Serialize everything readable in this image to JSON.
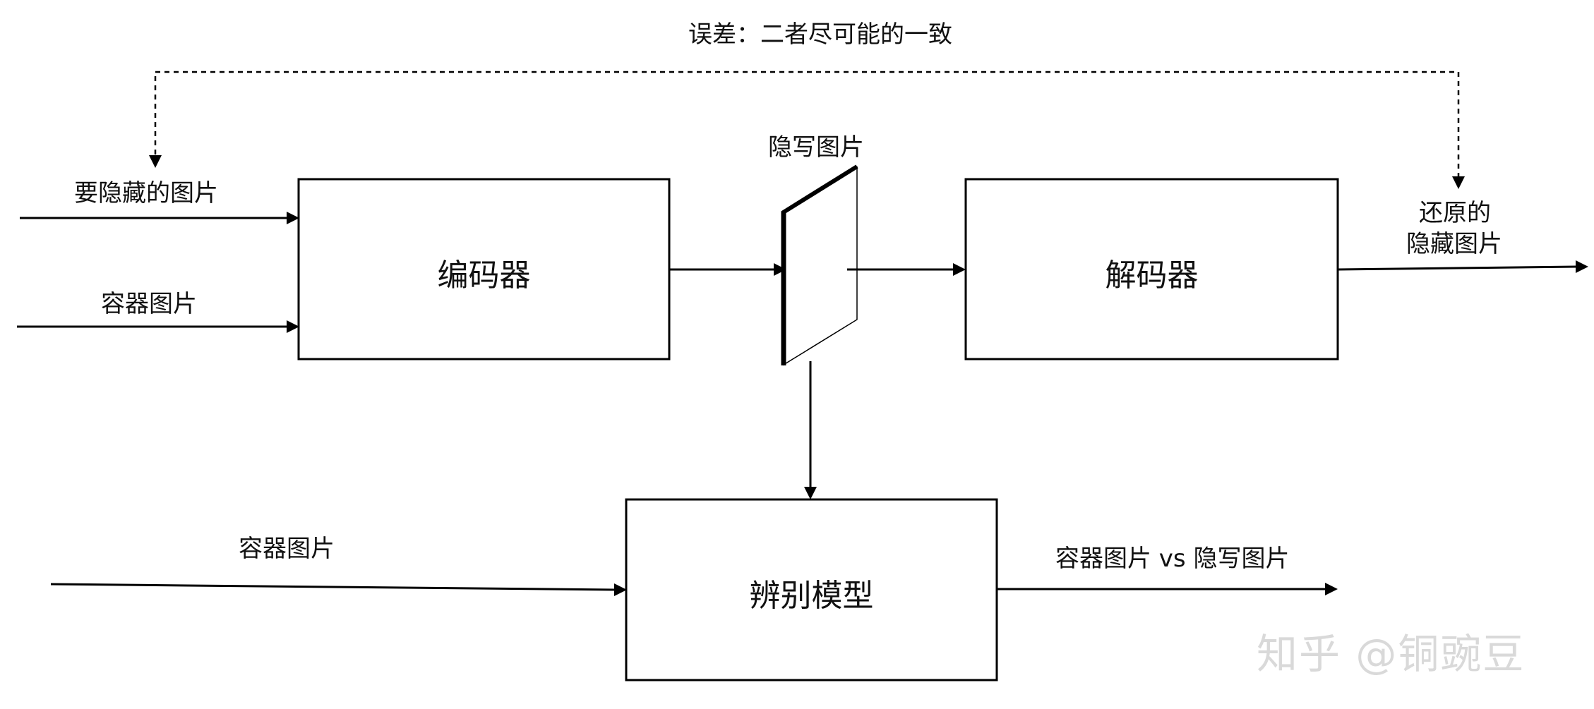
{
  "labels": {
    "error_note": "误差：二者尽可能的一致",
    "hidden_image_input": "要隐藏的图片",
    "container_image_input": "容器图片",
    "stego_image": "隐写图片",
    "recovered_line1": "还原的",
    "recovered_line2": "隐藏图片",
    "discriminator_input": "容器图片",
    "discriminator_output": "容器图片  vs  隐写图片"
  },
  "boxes": {
    "encoder": "编码器",
    "decoder": "解码器",
    "discriminator": "辨别模型"
  },
  "watermark": "知乎 @铜豌豆"
}
